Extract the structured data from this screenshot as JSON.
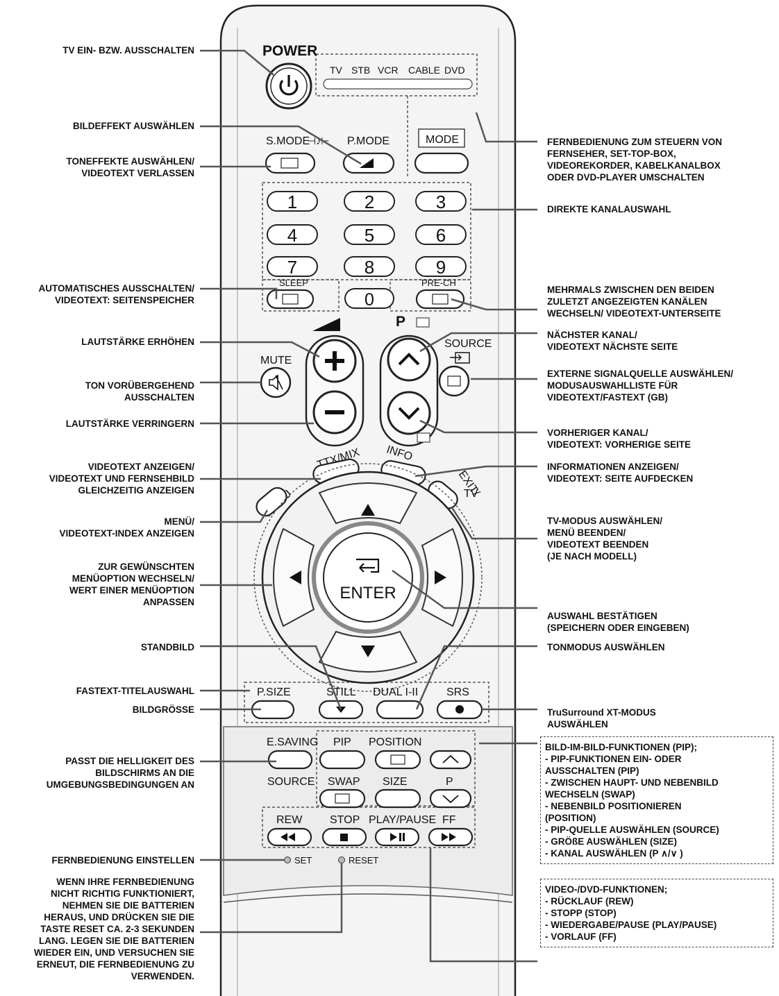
{
  "remote": {
    "top_buttons": {
      "power": "POWER",
      "smode": "S.MODE",
      "pmode": "P.MODE",
      "mode": "MODE"
    },
    "source_select": [
      "TV",
      "STB",
      "VCR",
      "CABLE",
      "DVD"
    ],
    "digits": [
      "1",
      "2",
      "3",
      "4",
      "5",
      "6",
      "7",
      "8",
      "9",
      "0"
    ],
    "sleep": "SLEEP",
    "prech": "PRE-CH",
    "p": "P",
    "source": "SOURCE",
    "mute": "MUTE",
    "ttx": "TTX/MIX",
    "info": "INFO",
    "menu": "MENU",
    "exit": "EXIT/",
    "tv": "TV",
    "enter": "ENTER",
    "psize": "P.SIZE",
    "still": "STILL",
    "dual": "DUAL I-II",
    "srs": "SRS",
    "esaving": "E.SAVING",
    "pip": "PIP",
    "position": "POSITION",
    "source2": "SOURCE",
    "swap": "SWAP",
    "size": "SIZE",
    "p2": "P",
    "rew": "REW",
    "stop": "STOP",
    "playpause": "PLAY/PAUSE",
    "ff": "FF",
    "set": "SET",
    "reset": "RESET"
  },
  "labels_left": [
    "TV EIN- BZW. AUSSCHALTEN",
    "BILDEFFEKT AUSWÄHLEN",
    "TONEFFEKTE AUSWÄHLEN/\nVIDEOTEXT VERLASSEN",
    "AUTOMATISCHES AUSSCHALTEN/\nVIDEOTEXT: SEITENSPEICHER",
    "LAUTSTÄRKE ERHÖHEN",
    "TON VORÜBERGEHEND\nAUSSCHALTEN",
    "LAUTSTÄRKE VERRINGERN",
    "VIDEOTEXT ANZEIGEN/\nVIDEOTEXT UND FERNSEHBILD\nGLEICHZEITIG ANZEIGEN",
    "MENÜ/\nVIDEOTEXT-INDEX ANZEIGEN",
    "ZUR GEWÜNSCHTEN\nMENÜOPTION WECHSELN/\nWERT EINER MENÜOPTION\nANPASSEN",
    "STANDBILD",
    "FASTEXT-TITELAUSWAHL",
    "BILDGRÖSSE",
    "PASST DIE HELLIGKEIT DES\nBILDSCHIRMS AN DIE\nUMGEBUNGSBEDINGUNGEN AN",
    "FERNBEDIENUNG EINSTELLEN",
    "WENN IHRE FERNBEDIENUNG\nNICHT RICHTIG FUNKTIONIERT,\nNEHMEN SIE DIE BATTERIEN\nHERAUS, UND DRÜCKEN SIE DIE\nTASTE RESET CA. 2-3 SEKUNDEN\nLANG. LEGEN SIE DIE BATTERIEN\nWIEDER EIN, UND VERSUCHEN SIE\nERNEUT, DIE FERNBEDIENUNG ZU\nVERWENDEN."
  ],
  "labels_right": [
    "FERNBEDIENUNG ZUM STEUERN VON\nFERNSEHER, SET-TOP-BOX,\nVIDEOREKORDER, KABELKANALBOX\nODER DVD-PLAYER UMSCHALTEN",
    "DIREKTE KANALAUSWAHL",
    "MEHRMALS ZWISCHEN DEN BEIDEN\nZULETZT ANGEZEIGTEN KANÄLEN\nWECHSELN/ VIDEOTEXT-UNTERSEITE",
    "NÄCHSTER KANAL/\nVIDEOTEXT NÄCHSTE SEITE",
    "EXTERNE SIGNALQUELLE AUSWÄHLEN/\nMODUSAUSWAHLLISTE FÜR\nVIDEOTEXT/FASTEXT (GB)",
    "VORHERIGER KANAL/\nVIDEOTEXT: VORHERIGE SEITE",
    "INFORMATIONEN ANZEIGEN/\nVIDEOTEXT: SEITE AUFDECKEN",
    "TV-MODUS AUSWÄHLEN/\nMENÜ BEENDEN/\nVIDEOTEXT BEENDEN\n(JE NACH MODELL)",
    "AUSWAHL BESTÄTIGEN\n(SPEICHERN ODER EINGEBEN)",
    "TONMODUS AUSWÄHLEN",
    "TruSurround XT-MODUS\nAUSWÄHLEN"
  ],
  "pip_box": "BILD-IM-BILD-FUNKTIONEN (PIP);\n- PIP-FUNKTIONEN EIN- ODER\n  AUSSCHALTEN (PIP)\n- ZWISCHEN HAUPT- UND NEBENBILD\n  WECHSELN (SWAP)\n- NEBENBILD POSITIONIEREN\n  (POSITION)\n- PIP-QUELLE AUSWÄHLEN (SOURCE)\n- GRÖßE AUSWÄHLEN (SIZE)\n- KANAL AUSWÄHLEN (P ∧/∨ )",
  "video_box": "VIDEO-/DVD-FUNKTIONEN;\n- RÜCKLAUF (REW)\n- STOPP (STOP)\n- WIEDERGABE/PAUSE (PLAY/PAUSE)\n- VORLAUF (FF)"
}
